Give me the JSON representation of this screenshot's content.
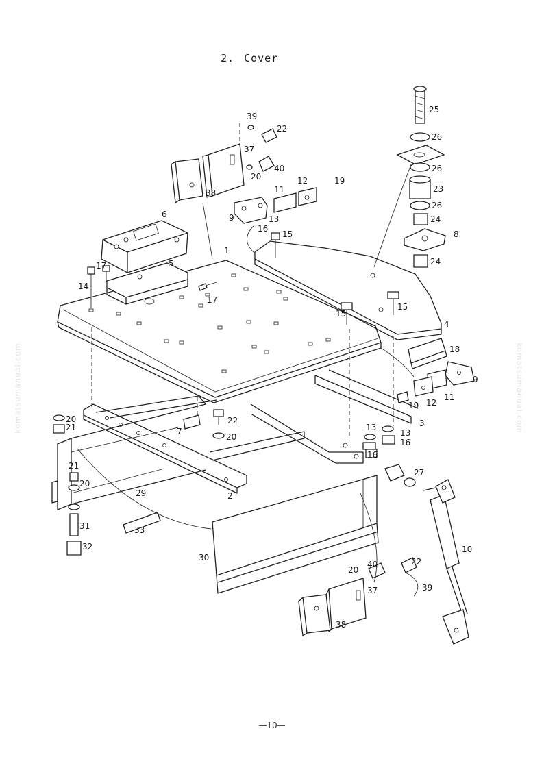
{
  "title": {
    "number": "2.",
    "text": "Cover"
  },
  "page_number": "—10—",
  "watermark": "komatsumanual.com",
  "parts": {
    "p1": "1",
    "p2": "2",
    "p3": "3",
    "p4": "4",
    "p5": "5",
    "p6": "6",
    "p7": "7",
    "p8": "8",
    "p9": "9",
    "p10": "10",
    "p11": "11",
    "p12": "12",
    "p13": "13",
    "p14": "14",
    "p15": "15",
    "p16": "16",
    "p17": "17",
    "p18": "18",
    "p19": "19",
    "p20": "20",
    "p21": "21",
    "p22": "22",
    "p23": "23",
    "p24": "24",
    "p25": "25",
    "p26": "26",
    "p27": "27",
    "p29": "29",
    "p30": "30",
    "p31": "31",
    "p32": "32",
    "p33": "33",
    "p37": "37",
    "p38": "38",
    "p39": "39",
    "p40": "40"
  }
}
